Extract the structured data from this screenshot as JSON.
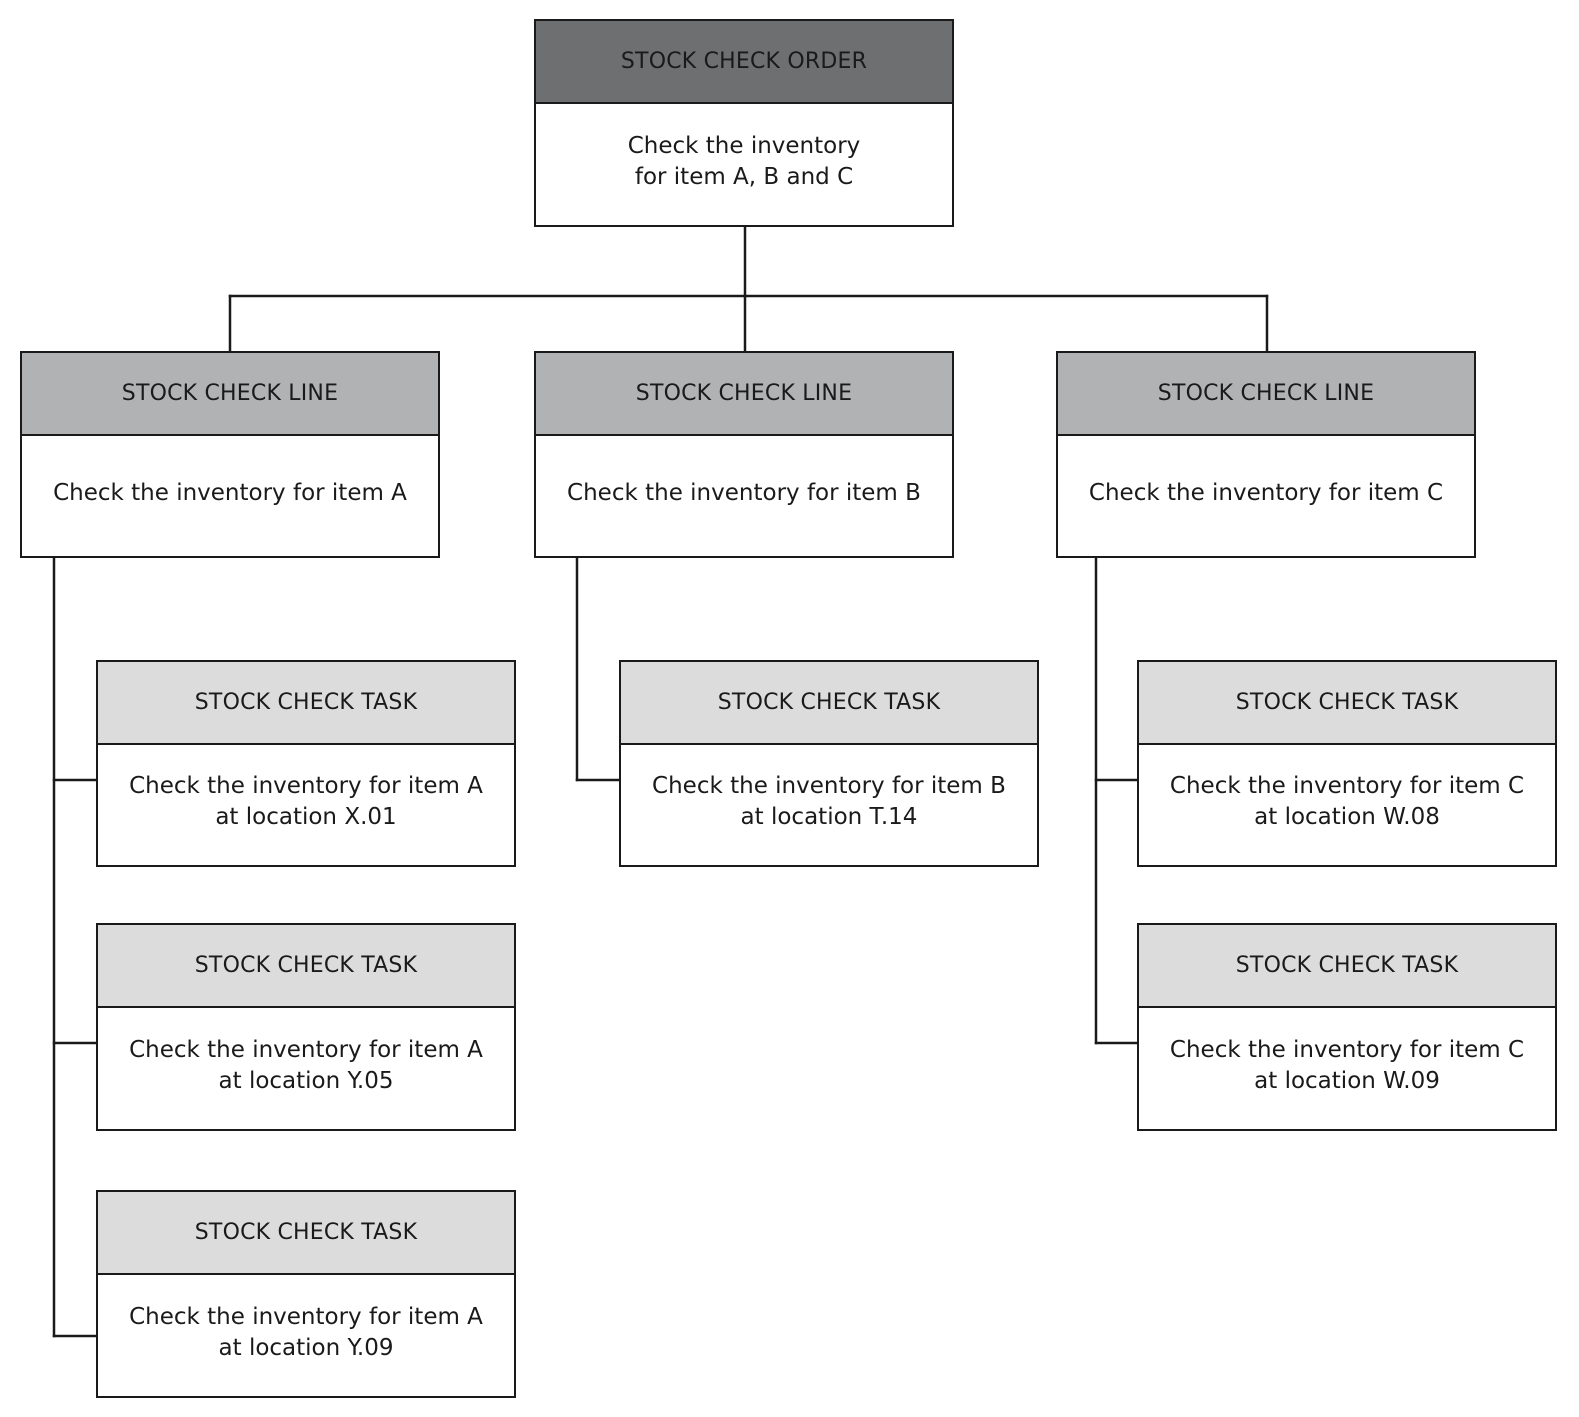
{
  "order": {
    "title": "STOCK CHECK ORDER",
    "lines": [
      "Check the inventory",
      "for item A, B and C"
    ]
  },
  "stock_lines": [
    {
      "title": "STOCK CHECK LINE",
      "text": "Check the inventory for item A",
      "tasks": [
        {
          "title": "STOCK CHECK TASK",
          "lines": [
            "Check the inventory for item A",
            "at location X.01"
          ]
        },
        {
          "title": "STOCK CHECK TASK",
          "lines": [
            "Check the inventory for item A",
            "at location Y.05"
          ]
        },
        {
          "title": "STOCK CHECK TASK",
          "lines": [
            "Check the inventory for item A",
            "at location Y.09"
          ]
        }
      ]
    },
    {
      "title": "STOCK CHECK LINE",
      "text": "Check the inventory for item B",
      "tasks": [
        {
          "title": "STOCK CHECK TASK",
          "lines": [
            "Check the inventory for item B",
            "at location T.14"
          ]
        }
      ]
    },
    {
      "title": "STOCK CHECK LINE",
      "text": "Check the inventory for item C",
      "tasks": [
        {
          "title": "STOCK CHECK TASK",
          "lines": [
            "Check the inventory for item C",
            "at location W.08"
          ]
        },
        {
          "title": "STOCK CHECK TASK",
          "lines": [
            "Check the inventory for item C",
            "at location W.09"
          ]
        }
      ]
    }
  ],
  "colors": {
    "order_header": "#6e6f71",
    "line_header": "#b1b2b4",
    "task_header": "#dcdcdd",
    "border": "#1a1a1a"
  }
}
